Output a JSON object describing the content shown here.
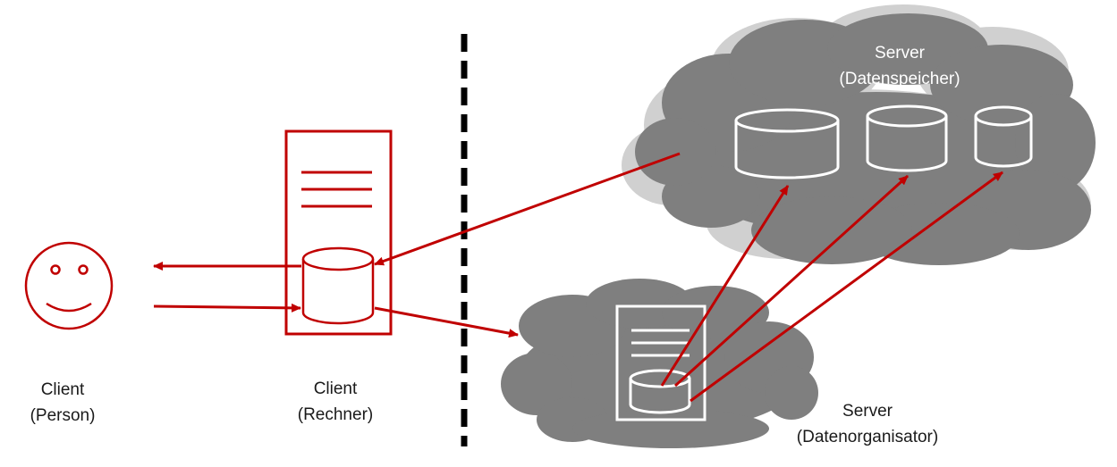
{
  "labels": {
    "client_person_line1": "Client",
    "client_person_line2": "(Person)",
    "client_rechner_line1": "Client",
    "client_rechner_line2": "(Rechner)",
    "server_storage_line1": "Server",
    "server_storage_line2": "(Datenspeicher)",
    "server_organizer_line1": "Server",
    "server_organizer_line2": "(Datenorganisator)"
  },
  "colors": {
    "accent": "#c00000",
    "cloud": "#7f7f7f",
    "cloud_shadow": "#d0d0d0",
    "divider": "#000000",
    "white": "#ffffff",
    "label_dark": "#1a1a1a"
  },
  "icons": [
    "smiley-icon",
    "document-icon",
    "database-icon",
    "cloud-icon"
  ]
}
